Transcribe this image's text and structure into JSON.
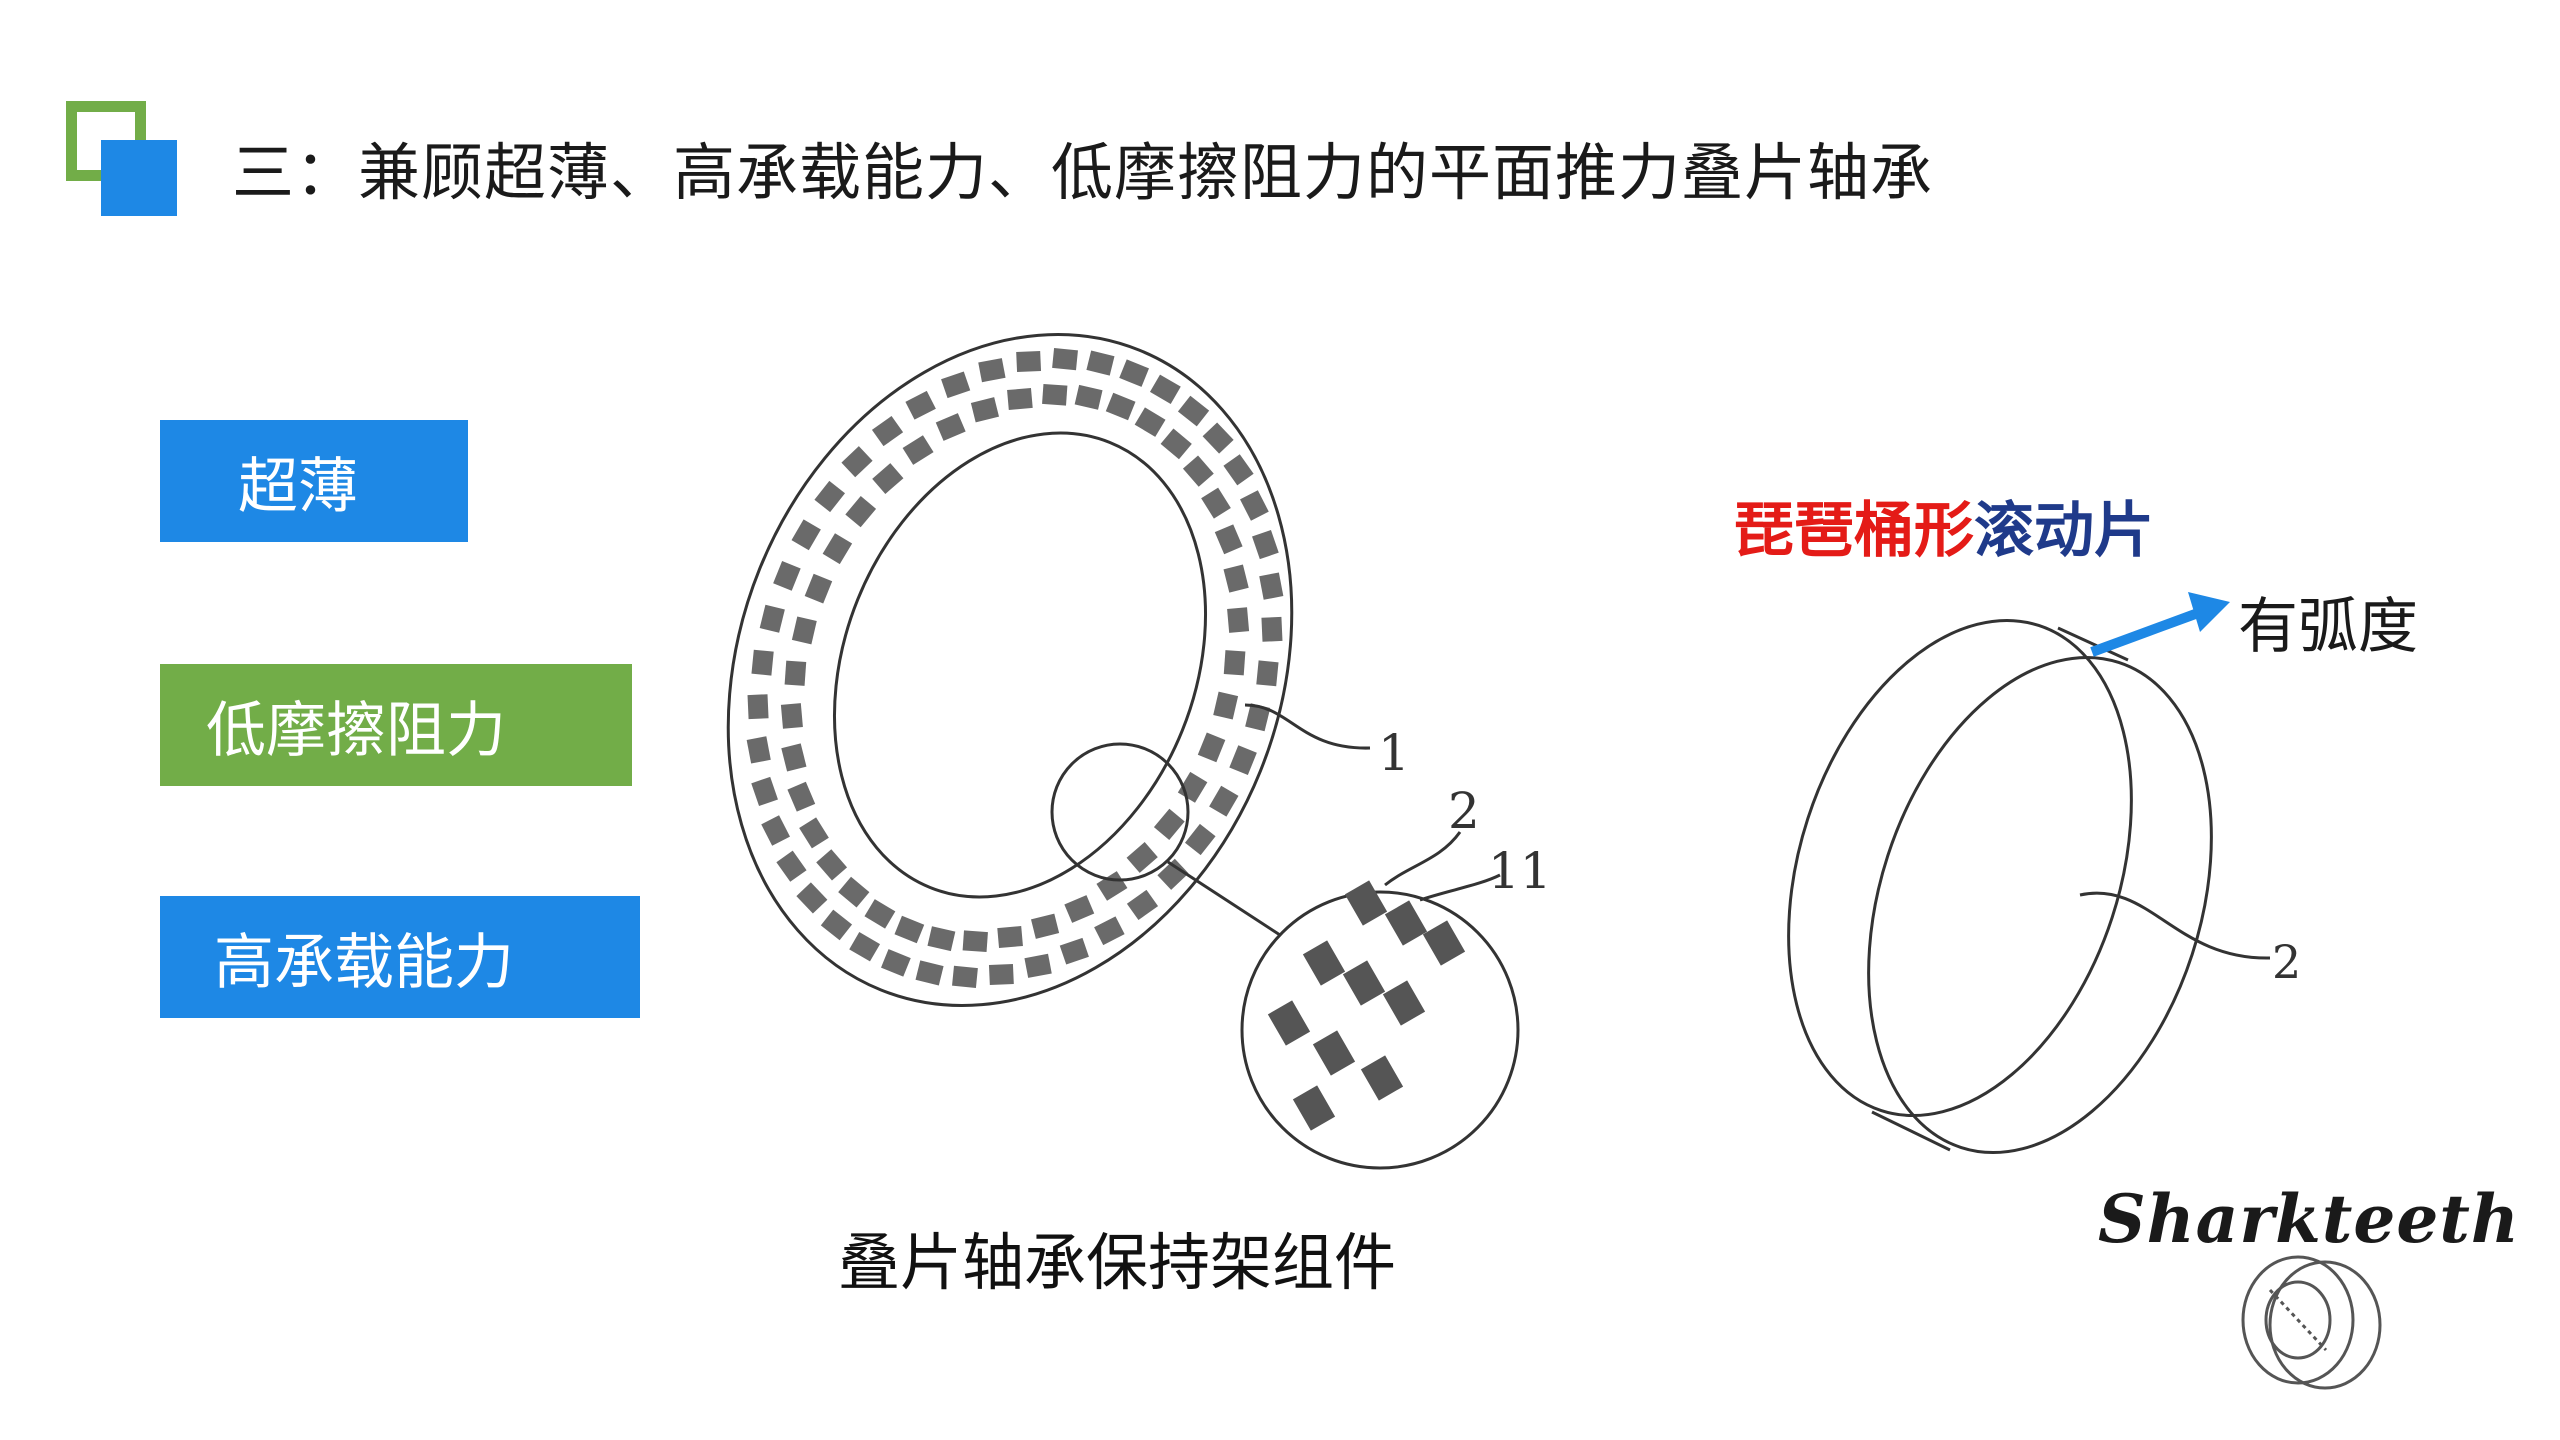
{
  "slide": {
    "title": "三：兼顾超薄、高承载能力、低摩擦阻力的平面推力叠片轴承",
    "features": [
      {
        "label": "超薄",
        "color": "#1e88e5"
      },
      {
        "label": "低摩擦阻力",
        "color": "#72ad48"
      },
      {
        "label": "高承载能力",
        "color": "#1e88e5"
      }
    ],
    "cage_caption": "叠片轴承保持架组件",
    "cage_callouts": [
      "1",
      "2",
      "11"
    ],
    "roller": {
      "heading_red": "琵琶桶形",
      "heading_navy": "滚动片",
      "curve_label": "有弧度",
      "callout": "2"
    },
    "brand": "Sharkteeth",
    "colors": {
      "accent_blue": "#1e88e5",
      "accent_green": "#72ad48",
      "heading_red": "#e41b17",
      "heading_navy": "#1f3a8a"
    },
    "icons": [
      "square-outline-icon",
      "square-filled-icon",
      "arrow-icon",
      "bearing-logo-icon"
    ]
  }
}
